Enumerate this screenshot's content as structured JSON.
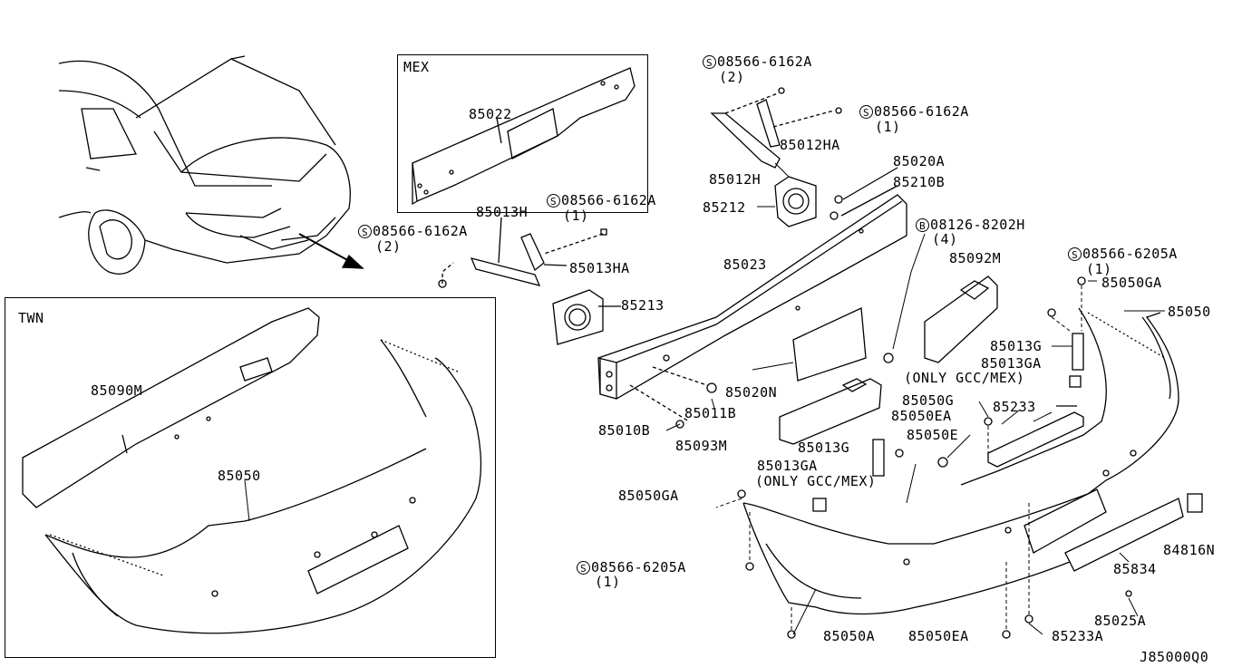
{
  "inset_labels": {
    "mex": "MEX",
    "twn": "TWN"
  },
  "diagram_id": "J85000Q0",
  "parts": {
    "p85022": "85022",
    "p85013H": "85013H",
    "s_08566_6162A_2a": "08566-6162A",
    "s_08566_6162A_2a_qty": "(2)",
    "s_08566_6162A_1a": "08566-6162A",
    "s_08566_6162A_1a_qty": "(1)",
    "s_08566_6162A_1b": "08566-6162A",
    "s_08566_6162A_1b_qty": "(1)",
    "s_08566_6162A_2b": "08566-6162A",
    "s_08566_6162A_2b_qty": "(2)",
    "p85013HA": "85013HA",
    "p85213": "85213",
    "p85012HA": "85012HA",
    "p85012H": "85012H",
    "p85020A": "85020A",
    "p85210B": "85210B",
    "p85212": "85212",
    "b_08126_8202H": "08126-8202H",
    "b_08126_8202H_qty": "(4)",
    "p85023": "85023",
    "p85092M": "85092M",
    "s_08566_6205A_top": "08566-6205A",
    "s_08566_6205A_top_qty": "(1)",
    "p85050GA_top": "85050GA",
    "p85050_main": "85050",
    "p85013G_top": "85013G",
    "p85013GA_top": "85013GA",
    "only_gcc_top": "(ONLY GCC/MEX)",
    "p85050G": "85050G",
    "p85233": "85233",
    "p85020N": "85020N",
    "p85011B": "85011B",
    "p85010B": "85010B",
    "p85093M": "85093M",
    "p85050EA_top": "85050EA",
    "p85013G_mid": "85013G",
    "p85050E": "85050E",
    "p85013GA_mid": "85013GA",
    "only_gcc_mid": "(ONLY GCC/MEX)",
    "p85050GA_left": "85050GA",
    "s_08566_6205A_bot": "08566-6205A",
    "s_08566_6205A_bot_qty": "(1)",
    "p84816N": "84816N",
    "p85834": "85834",
    "p85025A": "85025A",
    "p85050A": "85050A",
    "p85050EA_bot": "85050EA",
    "p85233A": "85233A",
    "p85090M": "85090M",
    "p85050_twn": "85050"
  },
  "symbols": {
    "screw": "S",
    "bolt": "B"
  }
}
